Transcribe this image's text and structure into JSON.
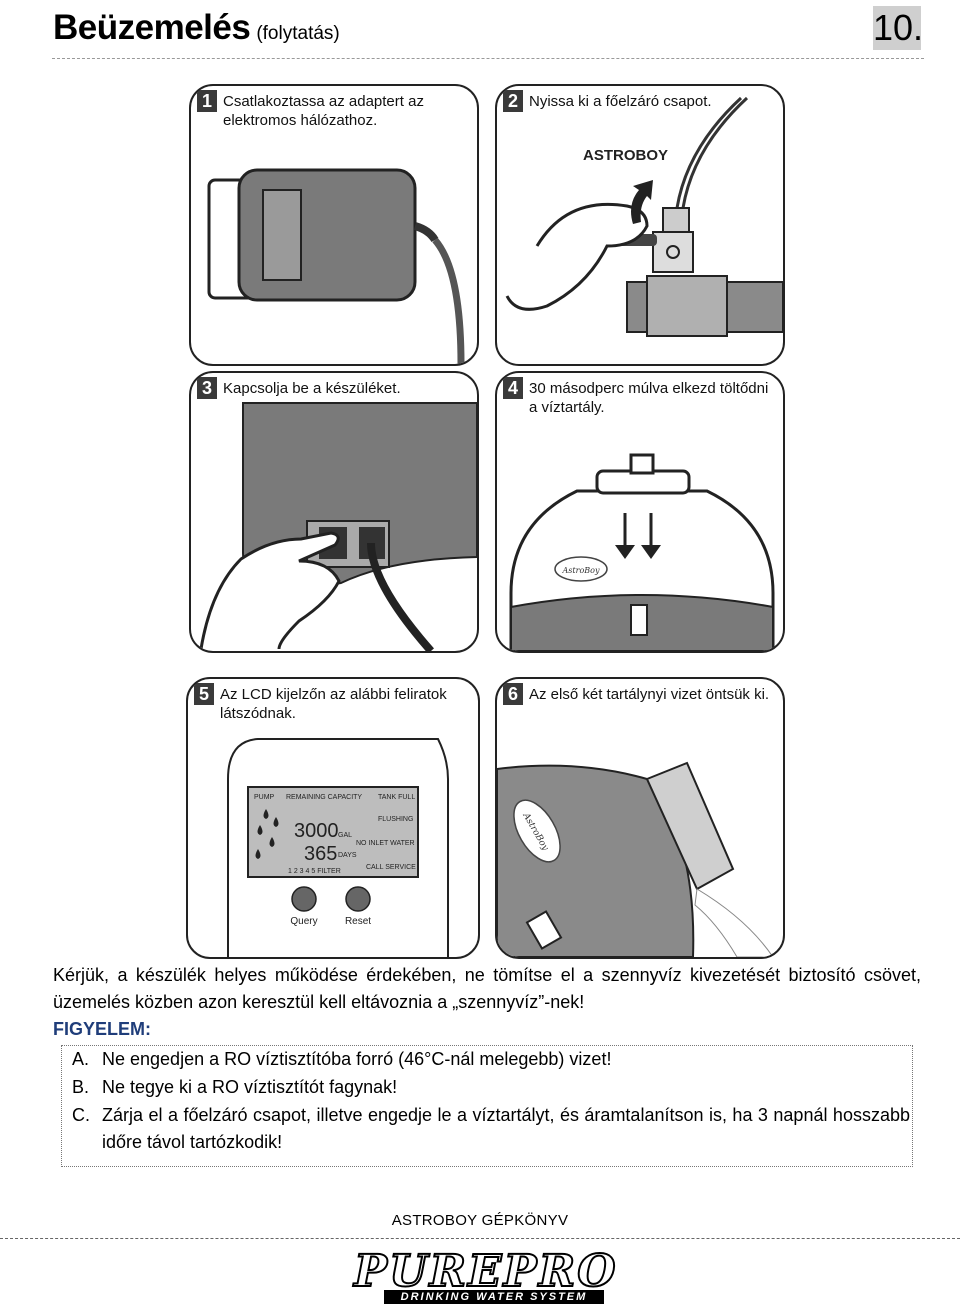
{
  "header": {
    "title": "Beüzemelés",
    "subtitle": "(folytatás)",
    "page_number": "10."
  },
  "panels": [
    {
      "num": "1",
      "caption": "Csatlakoztassa az adaptert az elektromos hálózathoz."
    },
    {
      "num": "2",
      "caption": "Nyissa ki a főelzáró csapot.",
      "label": "ASTROBOY"
    },
    {
      "num": "3",
      "caption": "Kapcsolja be a készüléket."
    },
    {
      "num": "4",
      "caption": "30 másodperc múlva elkezd töltődni a víztartály.",
      "label": "AstroBoy"
    },
    {
      "num": "5",
      "caption": "Az LCD kijelzőn az alábbi feliratok látszódnak."
    },
    {
      "num": "6",
      "caption": "Az első két tartálynyi vizet öntsük ki.",
      "label": "AstroBoy"
    }
  ],
  "lcd": {
    "pump": "PUMP",
    "remaining": "REMAINING CAPACITY",
    "tank_full": "TANK FULL",
    "flushing": "FLUSHING",
    "value1": "3000",
    "unit1": "GAL",
    "no_inlet": "NO INLET WATER",
    "value2": "365",
    "unit2": "DAYS",
    "call_service": "CALL SERVICE",
    "filters": "1  2  3  4  5  FILTER",
    "query": "Query",
    "reset": "Reset"
  },
  "body": {
    "paragraph": "Kérjük, a készülék helyes működése érdekében, ne tömítse el a szennyvíz kivezetését biztosító csövet, üzemelés közben azon keresztül kell eltávoznia a „szennyvíz”-nek!",
    "warning_title": "FIGYELEM:",
    "warnings": [
      {
        "letter": "A.",
        "text": "Ne engedjen a RO víztisztítóba forró (46°C-nál melegebb) vizet!"
      },
      {
        "letter": "B.",
        "text": "Ne tegye ki a RO víztisztítót fagynak!"
      },
      {
        "letter": "C.",
        "text": "Zárja el a főelzáró csapot, illetve engedje le a víztartályt, és áramtalanítson is, ha 3 napnál hosszabb időre távol tartózkodik!"
      }
    ]
  },
  "footer": {
    "text": "ASTROBOY GÉPKÖNYV",
    "logo_main": "PUREPRO",
    "logo_sub": "DRINKING WATER SYSTEM"
  }
}
